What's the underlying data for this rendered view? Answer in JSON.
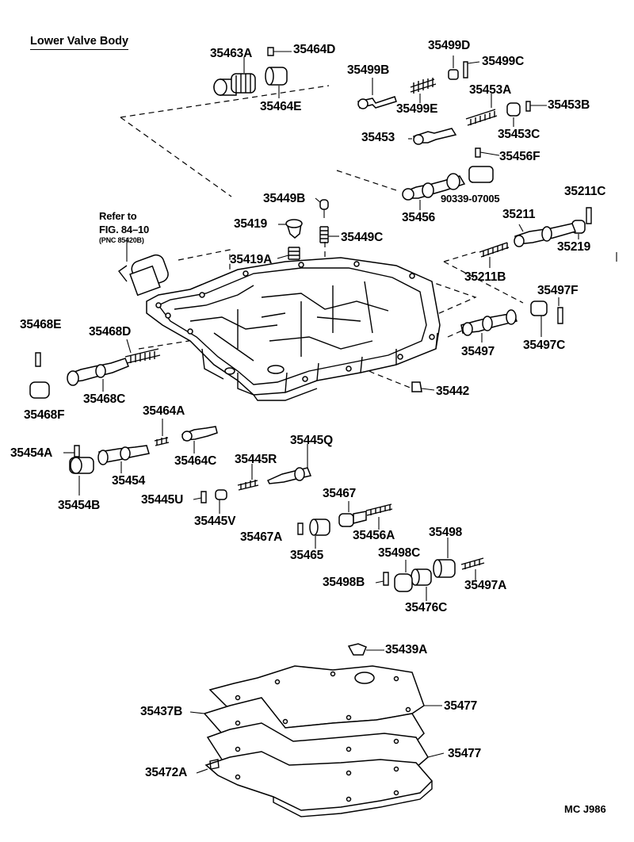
{
  "title": "Lower Valve Body",
  "diagram_code": "MC  J986",
  "reference": {
    "line1": "Refer to",
    "line2": "FIG. 84–10",
    "line3": "(PNC 85420B)"
  },
  "parts": {
    "p35463A": "35463A",
    "p35464D": "35464D",
    "p35464E": "35464E",
    "p35499D": "35499D",
    "p35499C": "35499C",
    "p35499B": "35499B",
    "p35499E": "35499E",
    "p35453A": "35453A",
    "p35453B": "35453B",
    "p35453": "35453",
    "p35453C": "35453C",
    "p35456F": "35456F",
    "p90339": "90339-07005",
    "p35456": "35456",
    "p35449B": "35449B",
    "p35419": "35419",
    "p35449C": "35449C",
    "p35419A": "35419A",
    "p35211C": "35211C",
    "p35211": "35211",
    "p35219": "35219",
    "p35211B": "35211B",
    "p35497F": "35497F",
    "p35497": "35497",
    "p35497C": "35497C",
    "p35468E": "35468E",
    "p35468D": "35468D",
    "p35468C": "35468C",
    "p35468F": "35468F",
    "p35442": "35442",
    "p35464A": "35464A",
    "p35454A": "35454A",
    "p35464C": "35464C",
    "p35445Q": "35445Q",
    "p35445R": "35445R",
    "p35454": "35454",
    "p35454B": "35454B",
    "p35445U": "35445U",
    "p35445V": "35445V",
    "p35467": "35467",
    "p35456A": "35456A",
    "p35467A": "35467A",
    "p35465": "35465",
    "p35498": "35498",
    "p35498C": "35498C",
    "p35498B": "35498B",
    "p35497A": "35497A",
    "p35476C": "35476C",
    "p35439A": "35439A",
    "p35477a": "35477",
    "p35437B": "35437B",
    "p35477b": "35477",
    "p35472A": "35472A"
  }
}
